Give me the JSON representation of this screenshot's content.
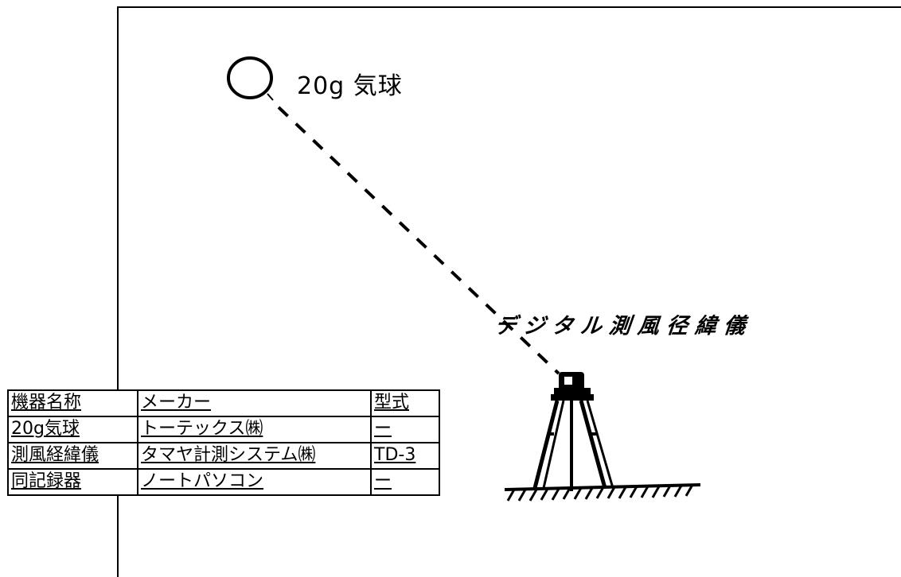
{
  "balloon": {
    "label": "20g 気球"
  },
  "theodolite": {
    "label": "デジタル測風径緯儀"
  },
  "equipment_table": {
    "header": [
      "機器名称",
      "メーカー",
      "型式"
    ],
    "rows": [
      [
        "20g気球",
        "トーテックス㈱",
        "ー"
      ],
      [
        "測風経緯儀",
        "タマヤ計測システム㈱",
        "TD-3"
      ],
      [
        "同記録器",
        "ノートパソコン",
        "ー"
      ]
    ]
  }
}
